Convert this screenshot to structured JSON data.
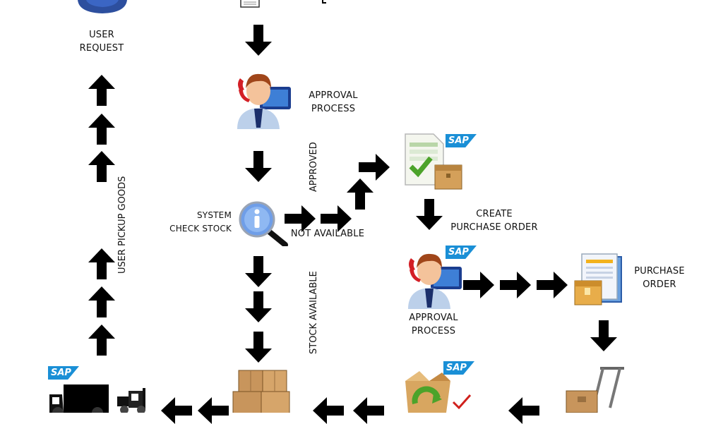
{
  "labels": {
    "user_request": [
      "USER",
      "REQUEST"
    ],
    "approval_process_top": [
      "APPROVAL",
      "PROCESS"
    ],
    "approved": "APPROVED",
    "system_check_stock": [
      "SYSTEM",
      "CHECK STOCK"
    ],
    "not_available": "NOT AVAILABLE",
    "stock_available": "STOCK AVAILABLE",
    "create_purchase_order": [
      "CREATE",
      "PURCHASE ORDER"
    ],
    "approval_process_bottom": [
      "APPROVAL",
      "PROCESS"
    ],
    "purchase_order": [
      "PURCHASE",
      "ORDER"
    ],
    "user_pickup_goods": "USER PICKUP GOODS"
  },
  "badges": {
    "sap": "SAP"
  },
  "icons": [
    "user-icon",
    "request-form-icon",
    "approver-icon",
    "info-search-icon",
    "sap-document-icon",
    "sap-approver-icon",
    "purchase-order-icon",
    "stock-boxes-icon",
    "truck-icon",
    "forklift-icon",
    "goods-receipt-icon",
    "hand-truck-icon"
  ],
  "colors": {
    "arrow": "#000000",
    "sap_blue": "#1a8fd6",
    "box_brown": "#c8955c"
  }
}
